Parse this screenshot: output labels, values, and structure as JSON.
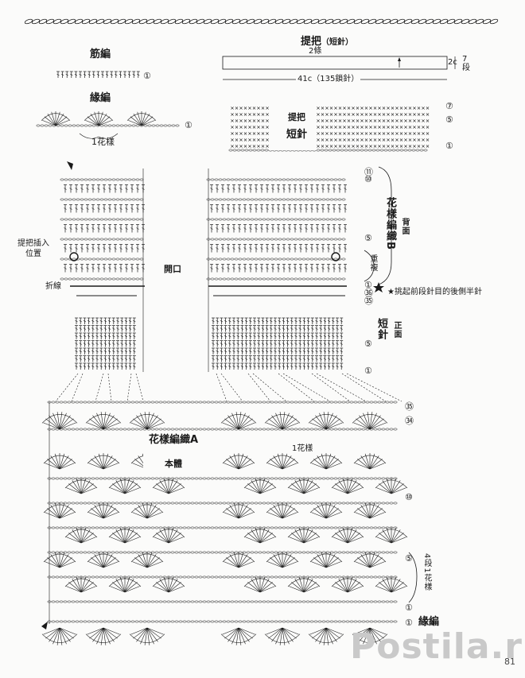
{
  "section_titles": {
    "ribbing": "筋編",
    "edging": "緣編",
    "handle": "提把",
    "handle_stitch": "（短針）",
    "pattern_a": "花樣編織A",
    "pattern_b": "花樣編織B"
  },
  "handle": {
    "count": "2條",
    "height": "2c",
    "rows_num": "7",
    "rows_unit": "段",
    "width": "41c（135鎖針）",
    "chart_title": "提把",
    "chart_sub": "短針"
  },
  "small_labels": {
    "one_motif": "1花樣",
    "repeat": "重複",
    "back": "背面",
    "front": "正面",
    "opening": "開口",
    "fold_line": "折線",
    "insert_line1": "提把插入",
    "insert_line2": "位置",
    "body": "本體",
    "short_stitch": "短針",
    "four_rows": "4段1花樣",
    "edging_bottom": "緣編",
    "star_note": "★挑起前段針目的後側半針",
    "page_number": "81",
    "watermark": "Postila.ru"
  },
  "row_markers": {
    "ribbing_1": "①",
    "edging_1": "①",
    "handle_7": "⑦",
    "handle_5": "⑤",
    "handle_1": "①",
    "b_11": "⑪",
    "b_10": "⑩",
    "b_5": "⑤",
    "b_1": "①",
    "b_36": "㊱",
    "b_35": "㉟",
    "s_5": "⑤",
    "s_1": "①",
    "a_35": "㉟",
    "a_34": "㉞",
    "a_10": "⑩",
    "a_5": "⑤",
    "a_1": "①",
    "edge_1": "①"
  },
  "colors": {
    "ink": "#1a1a1a",
    "paper": "#fbfbfa",
    "watermark": "#c9c9c9"
  }
}
